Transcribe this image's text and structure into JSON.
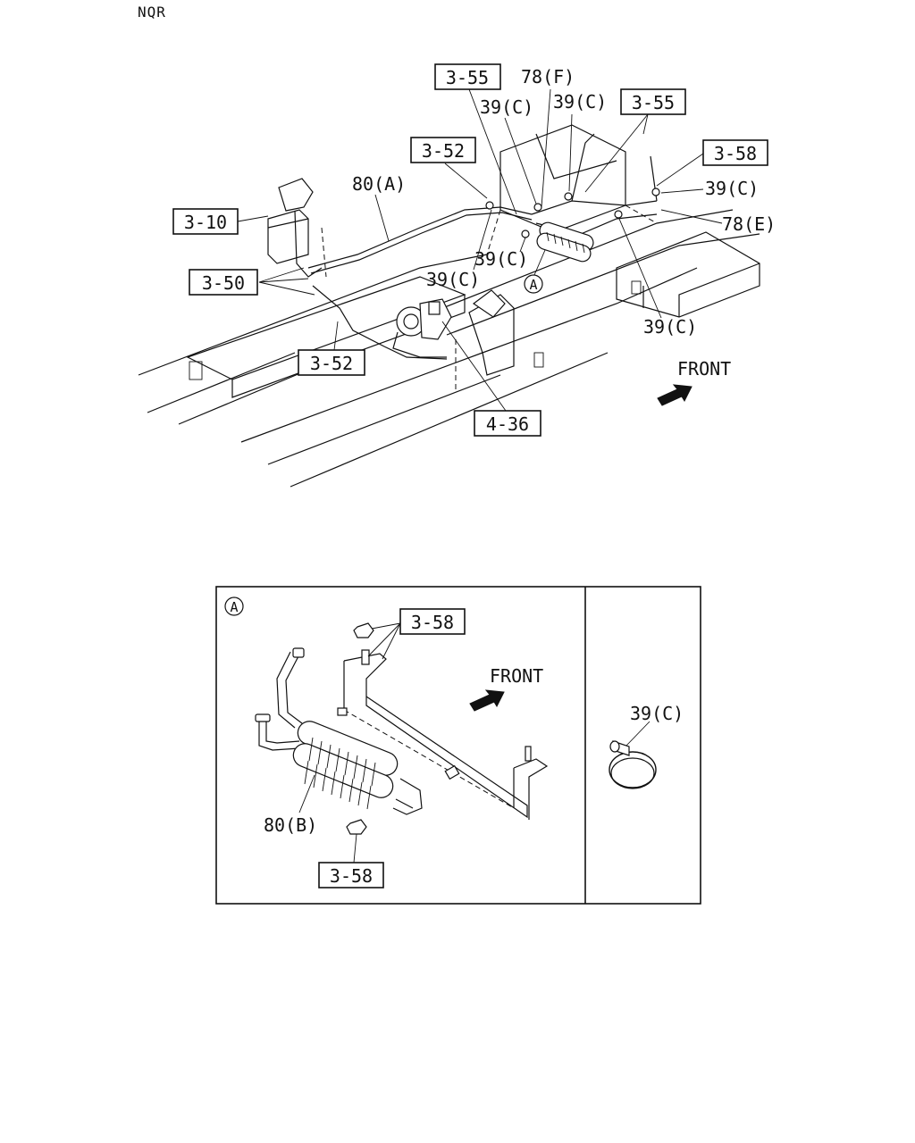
{
  "header": {
    "model": "NQR"
  },
  "main_view": {
    "refs": {
      "r_3_10": "3-10",
      "r_3_50": "3-50",
      "r_3_52_top": "3-52",
      "r_3_52_bottom": "3-52",
      "r_3_55_left": "3-55",
      "r_3_55_right": "3-55",
      "r_3_58": "3-58",
      "r_4_36": "4-36"
    },
    "callouts": {
      "c_80a": "80(A)",
      "c_78f": "78(F)",
      "c_78e": "78(E)",
      "c_39c_1": "39(C)",
      "c_39c_2": "39(C)",
      "c_39c_3": "39(C)",
      "c_39c_4": "39(C)",
      "c_39c_5": "39(C)",
      "c_39c_6": "39(C)"
    },
    "detail_marker": "A",
    "front_label": "FRONT"
  },
  "detail_view": {
    "marker": "A",
    "front_label": "FRONT",
    "ref_top": "3-58",
    "ref_bottom": "3-58",
    "part_label": "80(B)",
    "clamp_label": "39(C)"
  }
}
